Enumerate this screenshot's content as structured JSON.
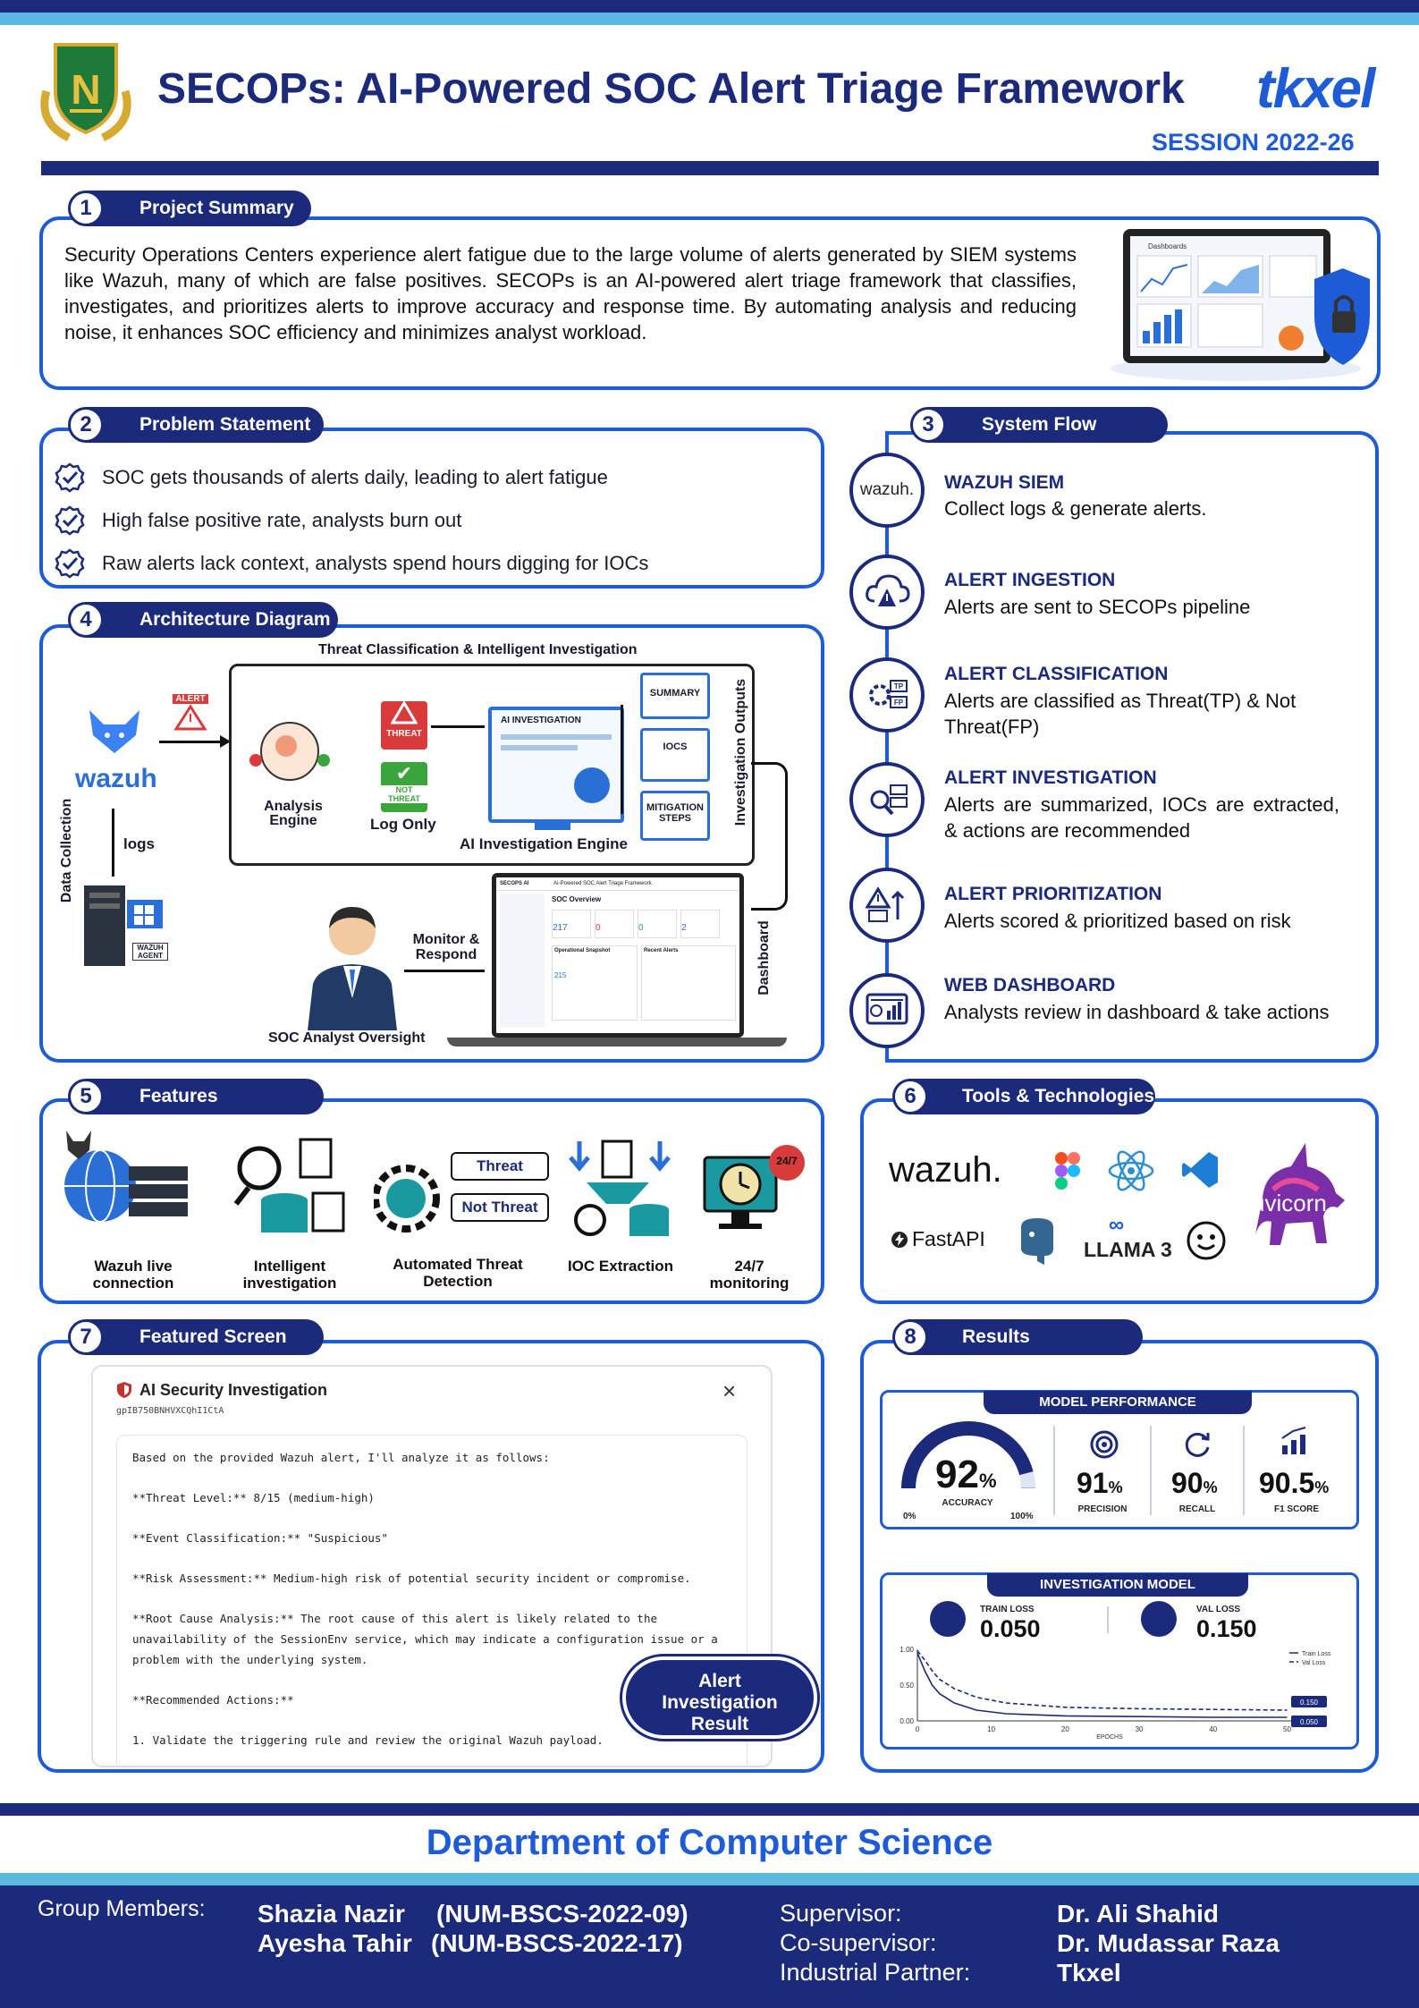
{
  "header": {
    "logo_letter": "N",
    "title": "SECOPs: AI-Powered SOC Alert Triage Framework",
    "partner_logo": "tkxel",
    "session": "SESSION 2022-26"
  },
  "summary": {
    "number": "1",
    "heading": "Project Summary",
    "text": "Security Operations Centers experience alert fatigue due to the large volume of alerts generated by SIEM systems like Wazuh, many of which are false positives. SECOPs is an AI-powered alert triage framework that classifies, investigates, and prioritizes alerts to improve accuracy and response time. By automating analysis and reducing noise, it enhances SOC efficiency and minimizes analyst workload.",
    "illustration_label": "Dashboards"
  },
  "problem": {
    "number": "2",
    "heading": "Problem Statement",
    "items": [
      "SOC gets thousands of alerts daily, leading to alert fatigue",
      "High false positive rate, analysts burn out",
      "Raw alerts lack context, analysts spend hours digging for IOCs"
    ]
  },
  "flow": {
    "number": "3",
    "heading": "System Flow",
    "steps": [
      {
        "title": "WAZUH SIEM",
        "text": "Collect logs & generate alerts.",
        "icon": "wazuh-logo"
      },
      {
        "title": "ALERT INGESTION",
        "text": "Alerts are sent to SECOPs pipeline",
        "icon": "cloud-alert-icon"
      },
      {
        "title": "ALERT CLASSIFICATION",
        "text": "Alerts are classified as Threat(TP) & Not Threat(FP)",
        "icon": "classification-icon"
      },
      {
        "title": "ALERT INVESTIGATION",
        "text": "Alerts are summarized, IOCs are extracted, & actions are recommended",
        "icon": "investigation-icon"
      },
      {
        "title": "ALERT PRIORITIZATION",
        "text": "Alerts scored & prioritized based on risk",
        "icon": "priority-icon"
      },
      {
        "title": "WEB DASHBOARD",
        "text": "Analysts review in dashboard & take actions",
        "icon": "dashboard-icon"
      }
    ],
    "wazuh_icon_text": "wazuh."
  },
  "architecture": {
    "number": "4",
    "heading": "Architecture Diagram",
    "box_title": "Threat Classification & Intelligent Investigation",
    "wazuh": "wazuh",
    "alert": "ALERT",
    "threat": "THREAT",
    "not_threat": "NOT THREAT",
    "log_only": "Log Only",
    "analysis_engine": "Analysis Engine",
    "ai_investigation": "AI INVESTIGATION",
    "ai_engine": "AI Investigation Engine",
    "outputs": [
      "SUMMARY",
      "IOCS",
      "MITIGATION STEPS"
    ],
    "outputs_label": "Investigation Outputs",
    "data_collection": "Data Collection",
    "logs": "logs",
    "agent": "WAZUH AGENT",
    "monitor": "Monitor & Respond",
    "oversight": "SOC Analyst Oversight",
    "dashboard": "Dashboard",
    "laptop_title": "AI-Powered SOC Alert Triage Framework",
    "laptop_brand": "SECOPS AI",
    "laptop_overview": "SOC Overview",
    "laptop_nums": [
      "217",
      "0",
      "0",
      "2"
    ],
    "laptop_panel_a": "Operational Snapshot",
    "laptop_panel_b": "Recent Alerts",
    "laptop_panel_num": "215"
  },
  "features": {
    "number": "5",
    "heading": "Features",
    "items": [
      {
        "label": "Wazuh live connection"
      },
      {
        "label": "Intelligent investigation"
      },
      {
        "label": "Automated Threat Detection"
      },
      {
        "label": "IOC Extraction"
      },
      {
        "label": "24/7 monitoring"
      }
    ],
    "threat": "Threat",
    "not_threat": "Not Threat",
    "badge": "24/7"
  },
  "tools": {
    "number": "6",
    "heading": "Tools & Technologies",
    "items": [
      "wazuh.",
      "FastAPI",
      "LLAMA 3",
      "uvicorn"
    ]
  },
  "screen": {
    "number": "7",
    "heading": "Featured Screen",
    "modal_title": "AI Security Investigation",
    "modal_id": "gpIB750BNHVXCQhI1CtA",
    "lines": [
      "Based on the provided Wazuh alert, I'll analyze it as follows:",
      "**Threat Level:** 8/15 (medium-high)",
      "**Event Classification:** \"Suspicious\"",
      "**Risk Assessment:** Medium-high risk of potential security incident or compromise.",
      "**Root Cause Analysis:** The root cause of this alert is likely related to the",
      "unavailability of the SessionEnv service, which may indicate a configuration issue or a",
      "problem with the underlying system.",
      "**Recommended Actions:**",
      "1. Validate the triggering rule and review the original Wazuh payload."
    ],
    "badge": "Alert Investigation Result"
  },
  "results": {
    "number": "8",
    "heading": "Results",
    "perf_title": "MODEL PERFORMANCE",
    "accuracy": "92",
    "accuracy_label": "ACCURACY",
    "gauge_min": "0%",
    "gauge_max": "100%",
    "metrics": [
      {
        "value": "91",
        "label": "PRECISION"
      },
      {
        "value": "90",
        "label": "RECALL"
      },
      {
        "value": "90.5",
        "label": "F1 SCORE"
      }
    ],
    "pct": "%",
    "inv_title": "INVESTIGATION MODEL",
    "train_loss_label": "TRAIN LOSS",
    "train_loss": "0.050",
    "val_loss_label": "VAL LOSS",
    "val_loss": "0.150",
    "legend_train": "Train Loss",
    "legend_val": "Val Loss",
    "xlabel": "EPOCHS"
  },
  "chart_data": {
    "type": "line",
    "xlabel": "EPOCHS",
    "ylabel": "",
    "x_ticks": [
      0,
      10,
      20,
      30,
      40,
      50
    ],
    "y_ticks": [
      "0.00",
      "0.50",
      "1.00"
    ],
    "xlim": [
      0,
      52
    ],
    "ylim": [
      0,
      1.0
    ],
    "series": [
      {
        "name": "Train Loss",
        "x": [
          0,
          1,
          2,
          3,
          5,
          8,
          12,
          20,
          30,
          40,
          50
        ],
        "y": [
          0.95,
          0.7,
          0.5,
          0.38,
          0.25,
          0.15,
          0.1,
          0.07,
          0.06,
          0.05,
          0.05
        ]
      },
      {
        "name": "Val Loss",
        "x": [
          0,
          1,
          2,
          3,
          5,
          8,
          12,
          20,
          30,
          40,
          50
        ],
        "y": [
          0.98,
          0.85,
          0.7,
          0.58,
          0.45,
          0.33,
          0.25,
          0.19,
          0.17,
          0.16,
          0.15
        ]
      }
    ],
    "end_labels": [
      "0.150",
      "0.050"
    ],
    "legend": "top-right"
  },
  "footer": {
    "department": "Department of Computer Science",
    "group_label": "Group Members:",
    "members": [
      "Shazia Nazir",
      "Ayesha Tahir"
    ],
    "ids": [
      "(NUM-BSCS-2022-09)",
      "(NUM-BSCS-2022-17)"
    ],
    "roles": [
      "Supervisor:",
      "Co-supervisor:",
      "Industrial Partner:"
    ],
    "names": [
      "Dr. Ali Shahid",
      "Dr. Mudassar Raza",
      "Tkxel"
    ]
  },
  "colors": {
    "navy": "#1b2a7a",
    "blue": "#1e5bd6",
    "accent": "#2a6fd6",
    "sky": "#5bb8e0"
  }
}
